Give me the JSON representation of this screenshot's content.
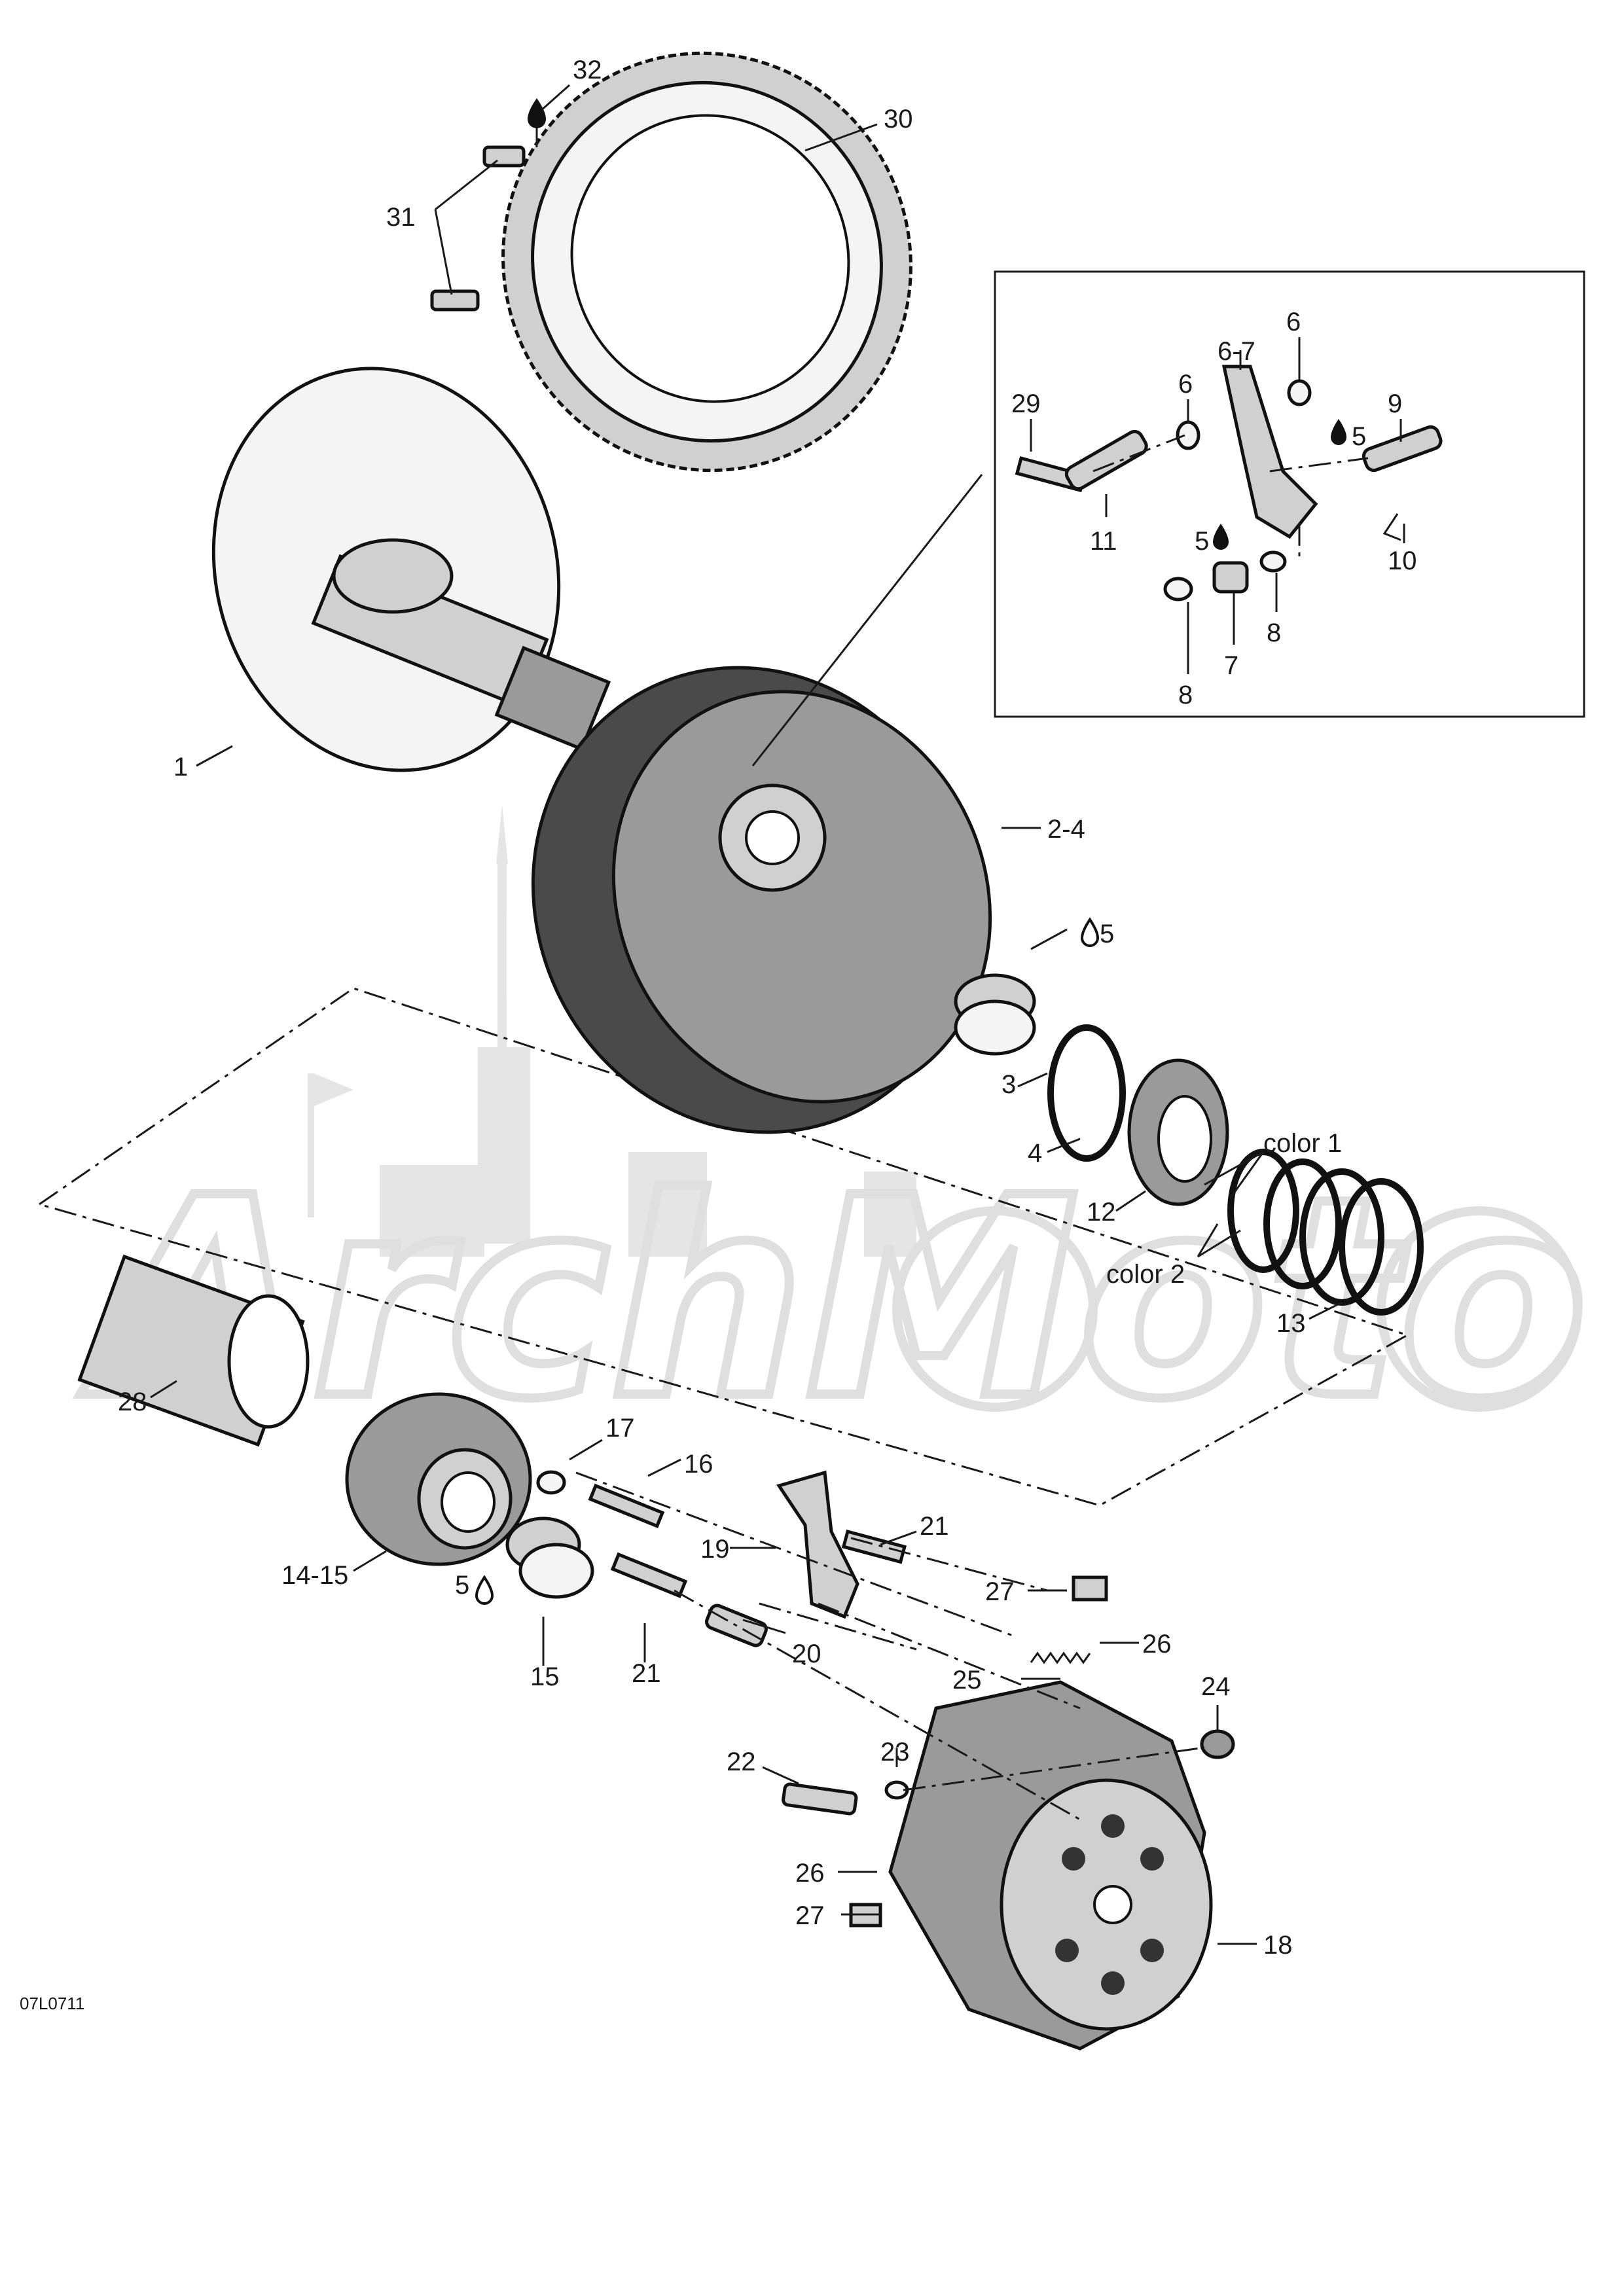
{
  "watermark": {
    "text": "ArchMoto"
  },
  "image_code": "07L0711",
  "lube_symbol": "oil-drop-icon",
  "callouts": {
    "c32": "32",
    "c30": "30",
    "c31": "31",
    "c1": "1",
    "c24dash": "2-4",
    "c3": "3",
    "c4": "4",
    "c12": "12",
    "c13": "13",
    "c5a": "5",
    "c5b": "5",
    "c5c": "5",
    "c5d": "5",
    "color1": "color 1",
    "color2": "color 2",
    "c28": "28",
    "c1415": "14-15",
    "c15": "15",
    "c16": "16",
    "c17": "17",
    "c19": "19",
    "c20": "20",
    "c21a": "21",
    "c21b": "21",
    "c27a": "27",
    "c26a": "26",
    "c25": "25",
    "c24": "24",
    "c23": "23",
    "c22": "22",
    "c26b": "26",
    "c27b": "27",
    "c18": "18",
    "b29": "29",
    "b6a": "6",
    "b67": "6-7",
    "b6b": "6",
    "b9": "9",
    "b11": "11",
    "b10": "10",
    "b8a": "8",
    "b7": "7",
    "b8b": "8"
  }
}
